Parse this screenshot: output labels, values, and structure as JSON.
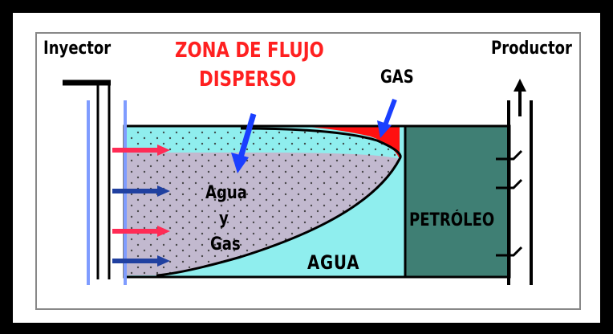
{
  "labels": {
    "injector": "Inyector",
    "producer": "Productor",
    "zone_line1": "ZONA DE FLUJO",
    "zone_line2": "DISPERSO",
    "gas": "GAS",
    "water_gas_line1": "Agua",
    "water_gas_line2": "y",
    "water_gas_line3": "Gas",
    "water": "AGUA",
    "oil": "PETRÓLEO"
  },
  "colors": {
    "water": "#8feeee",
    "water_gas_zone": "#c2b9cf",
    "oil": "#3f7f74",
    "gas": "#ff1010",
    "injection_water_arrow": "#2040a0",
    "injection_gas_arrow": "#ff2b55",
    "pointer_arrow": "#1a3fff",
    "zone_text": "#ff2020",
    "well_blue_line": "#7f9cff"
  },
  "icons": {
    "pointer": "arrow-pointer-icon",
    "flow": "arrow-right-icon",
    "production": "arrow-up-icon"
  }
}
